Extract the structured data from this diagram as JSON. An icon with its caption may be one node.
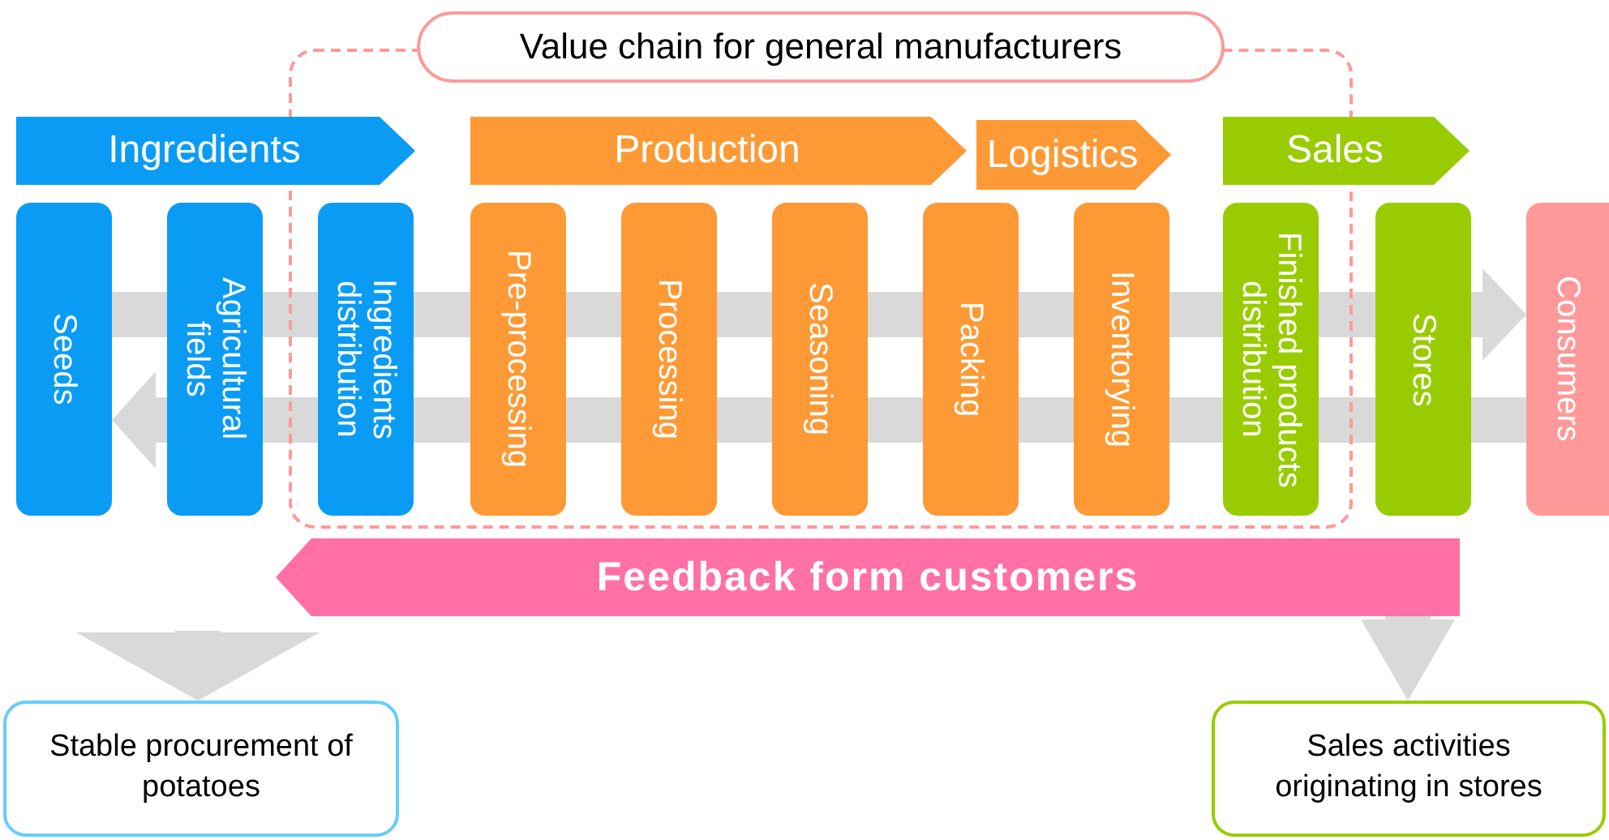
{
  "diagram": {
    "nodes": [
      {
        "text": [
          "Value chain for general manufacturers"
        ]
      },
      {
        "text": [
          "Ingredients"
        ]
      },
      {
        "text": [
          "Production"
        ],
        "in": 0
      },
      {
        "text": [
          "Logistics"
        ],
        "in": 0
      },
      {
        "text": [
          "Sales"
        ]
      },
      {
        "text": [
          "Seeds"
        ]
      },
      {
        "text": [
          "Agricultural fields"
        ]
      },
      {
        "text": [
          "Ingredients distribution"
        ],
        "in": 0
      },
      {
        "text": [
          "Pre-processing"
        ],
        "in": 0
      },
      {
        "text": [
          "Processing"
        ],
        "in": 0
      },
      {
        "text": [
          "Seasoning"
        ],
        "in": 0
      },
      {
        "text": [
          "Packing"
        ],
        "in": 0
      },
      {
        "text": [
          "Inventorying"
        ],
        "in": 0
      },
      {
        "text": [
          "Finished products distribution"
        ],
        "in": 0
      },
      {
        "text": [
          "Stores"
        ]
      },
      {
        "text": [
          "Consumers"
        ]
      },
      {
        "text": [
          "Feedback form customers"
        ]
      },
      {
        "text": [
          "Stable procurement of potatoes"
        ]
      },
      {
        "text": [
          "Sales activities originating in stores"
        ]
      }
    ],
    "edges": [
      {
        "from": 5,
        "to": 6,
        "arrow": "none"
      },
      {
        "from": 6,
        "to": 7,
        "arrow": "none"
      },
      {
        "from": 7,
        "to": 8,
        "arrow": "none"
      },
      {
        "from": 8,
        "to": 9,
        "arrow": "none"
      },
      {
        "from": 9,
        "to": 10,
        "arrow": "none"
      },
      {
        "from": 10,
        "to": 11,
        "arrow": "none"
      },
      {
        "from": 11,
        "to": 12,
        "arrow": "none"
      },
      {
        "from": 12,
        "to": 13,
        "arrow": "none"
      },
      {
        "from": 13,
        "to": 14,
        "arrow": "none"
      },
      {
        "from": 14,
        "to": 15,
        "arrow": "to"
      },
      {
        "from": 15,
        "to": 14,
        "arrow": "none"
      },
      {
        "from": 14,
        "to": 13,
        "arrow": "none"
      },
      {
        "from": 13,
        "to": 12,
        "arrow": "none"
      },
      {
        "from": 12,
        "to": 11,
        "arrow": "none"
      },
      {
        "from": 11,
        "to": 10,
        "arrow": "none"
      },
      {
        "from": 10,
        "to": 9,
        "arrow": "none"
      },
      {
        "from": 9,
        "to": 8,
        "arrow": "none"
      },
      {
        "from": 8,
        "to": 7,
        "arrow": "none"
      },
      {
        "from": 7,
        "to": 6,
        "arrow": "none"
      },
      {
        "from": 6,
        "to": 5,
        "arrow": "to"
      },
      {
        "from": null,
        "to": 17,
        "arrow": "to"
      },
      {
        "from": 16,
        "to": 18,
        "arrow": "to"
      }
    ]
  }
}
